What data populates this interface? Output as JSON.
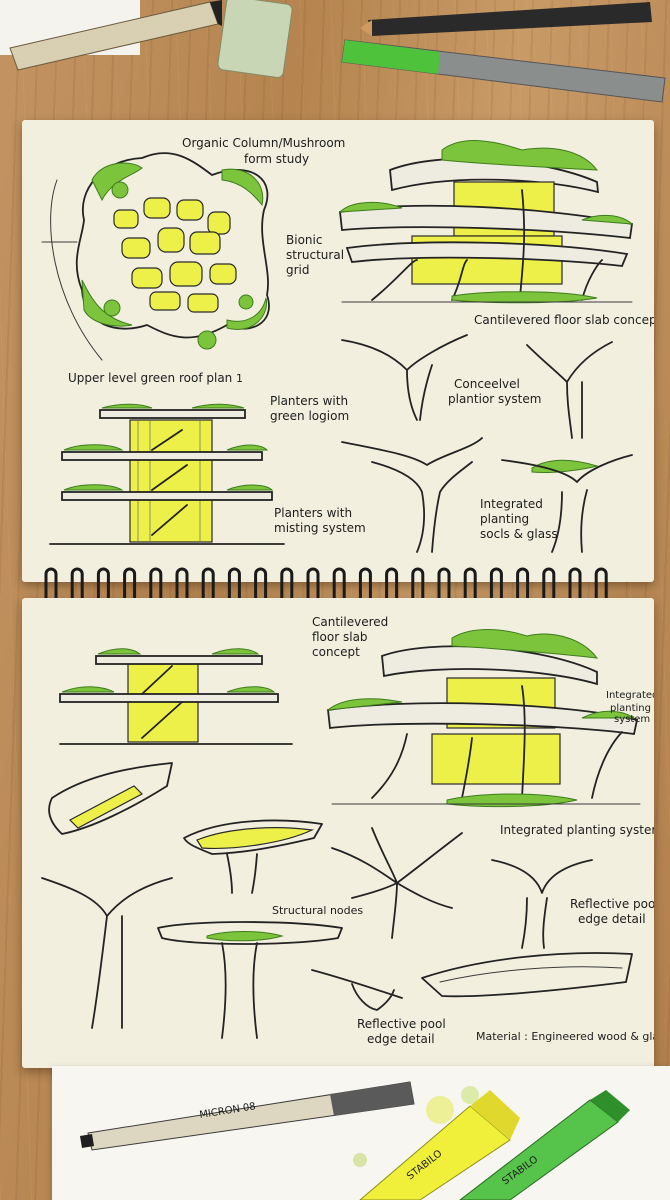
{
  "top_page": {
    "labels": {
      "organic_column_1": "Organic Column/Mushroom",
      "organic_column_2": "form study",
      "bionic_1": "Bionic",
      "bionic_2": "structural",
      "bionic_3": "grid",
      "green_roof_plan": "Upper level green roof plan",
      "plan_number": "1",
      "cantilevered": "Cantilevered floor slab concept",
      "planter_system_1": "Conceelvel",
      "planter_system_2": "plantior system",
      "planters_green_1": "Planters with",
      "planters_green_2": "green logiom",
      "planters_misting_1": "Planters with",
      "planters_misting_2": "misting system",
      "integrated_1": "Integrated",
      "integrated_2": "planting",
      "integrated_3": "socls & glass"
    }
  },
  "bottom_page": {
    "labels": {
      "cantilevered_1": "Cantilevered",
      "cantilevered_2": "floor slab",
      "cantilevered_3": "concept",
      "integrated_1": "Integrated",
      "integrated_2": "planting",
      "integrated_3": "system",
      "integrated_planting_system": "Integrated planting system",
      "structural_nodes": "Structural nodes",
      "reflective_right_1": "Reflective pool",
      "reflective_right_2": "edge detail",
      "reflective_bottom_1": "Reflective pool",
      "reflective_bottom_2": "edge detail",
      "material": "Material : Engineered wood & glass"
    }
  },
  "props": {
    "micron_pen_label": "MICRON 08",
    "highlighter_yellow_label": "STABILO",
    "highlighter_green_label": "STABILO"
  },
  "colors": {
    "paper": "#f2efdf",
    "ink": "#232323",
    "highlight_yellow": "#eef04a",
    "foliage_green": "#7cc43b",
    "desk_wood": "#b98a55"
  }
}
